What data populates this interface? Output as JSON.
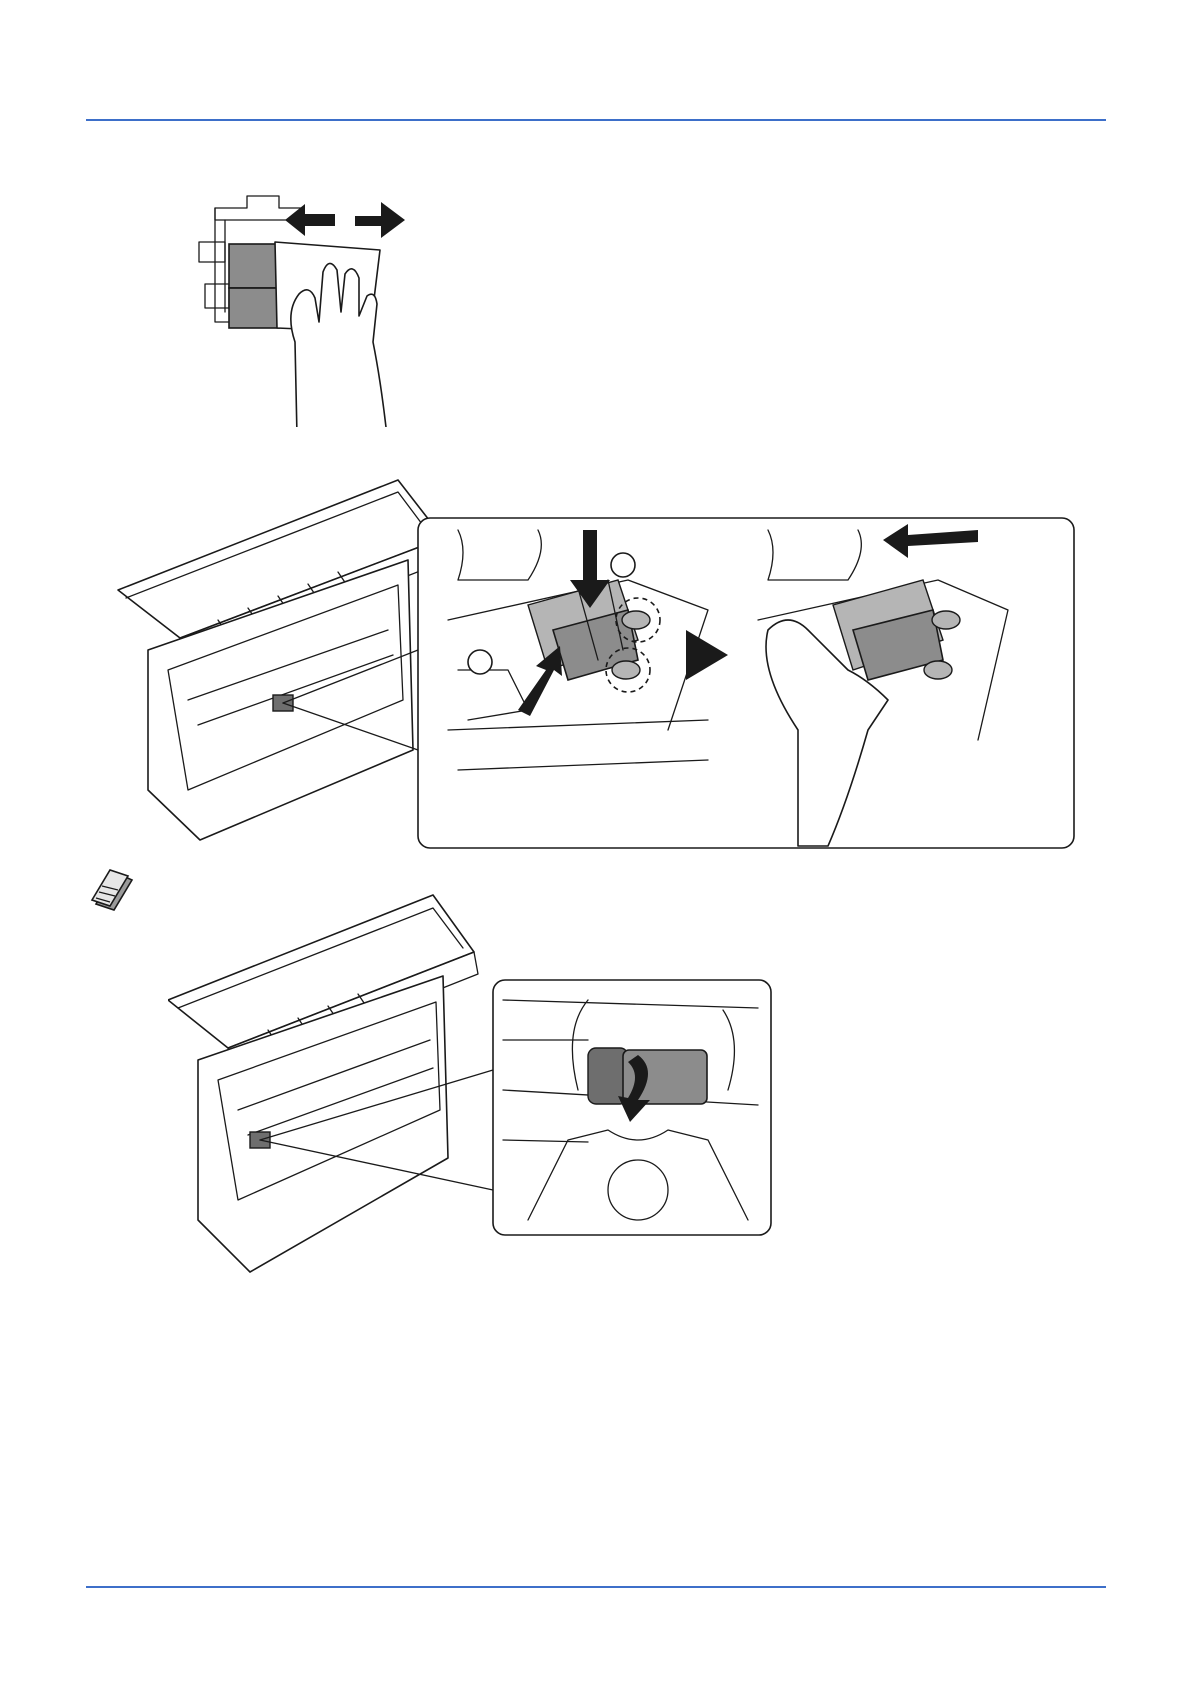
{
  "header": {
    "rule_color": "#3d6fc9"
  },
  "footer": {
    "rule_color": "#3d6fc9"
  },
  "figures": [
    {
      "icon": "cleaning-roller-with-cloth-illustration"
    },
    {
      "icon": "printer-feed-roller-install-illustration"
    },
    {
      "icon": "note-icon"
    },
    {
      "icon": "printer-roller-rotate-illustration"
    }
  ]
}
